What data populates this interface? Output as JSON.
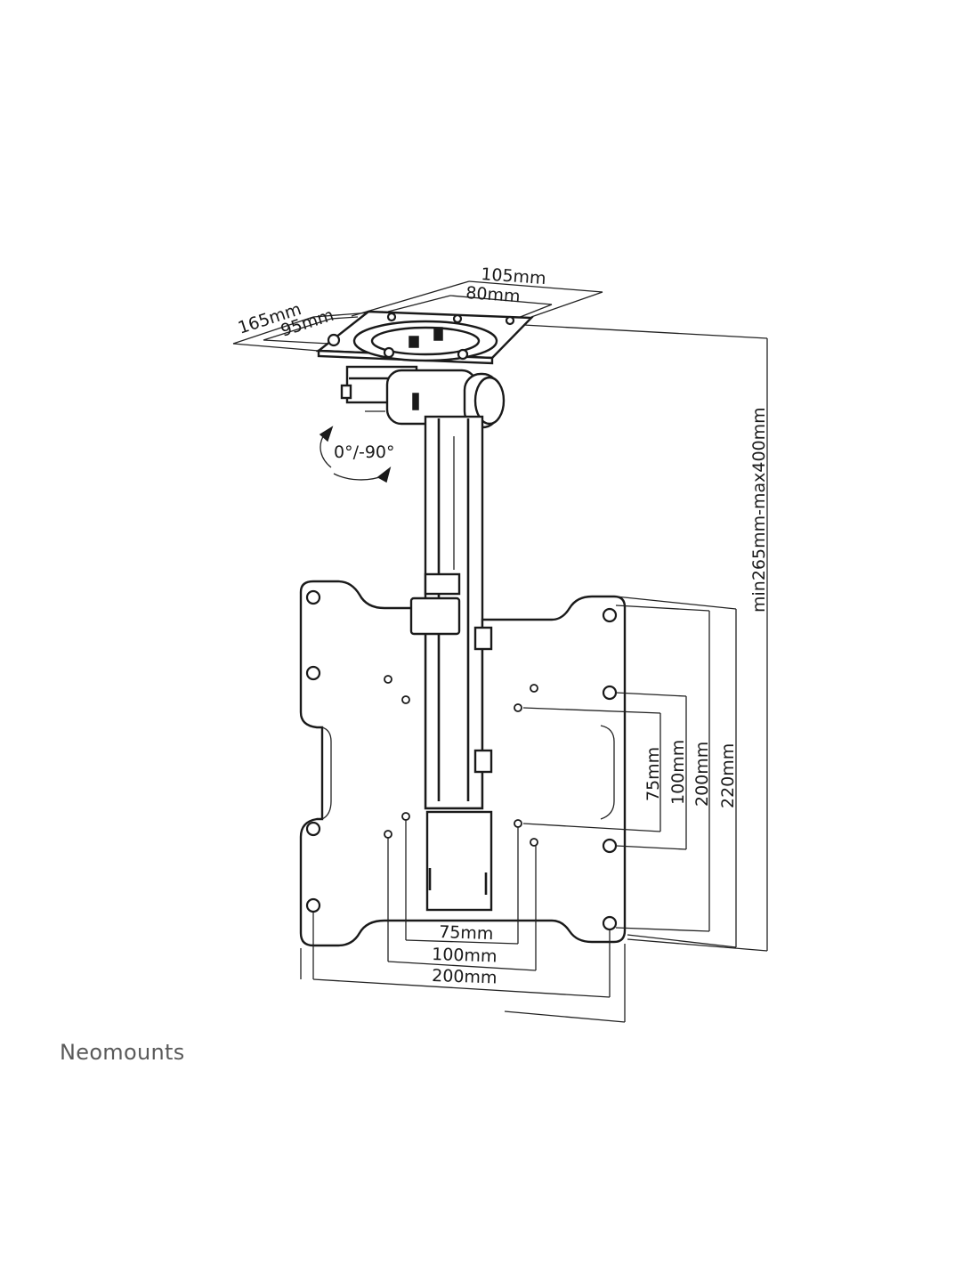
{
  "brand": {
    "name": "Neomounts"
  },
  "dimensions": {
    "top_width_outer": "105mm",
    "top_width_inner": "80mm",
    "top_depth_outer": "165mm",
    "top_depth_inner": "95mm",
    "tilt_range": "0°/-90°",
    "height_range": "min265mm-max400mm",
    "vesa_h_75": "75mm",
    "vesa_h_100": "100mm",
    "vesa_h_200": "200mm",
    "vesa_v_75": "75mm",
    "vesa_v_100": "100mm",
    "vesa_v_200": "200mm",
    "vesa_v_220": "220mm"
  },
  "colors": {
    "line": "#1a1a1a",
    "brand_text": "#5a5a5a",
    "background": "#ffffff"
  }
}
